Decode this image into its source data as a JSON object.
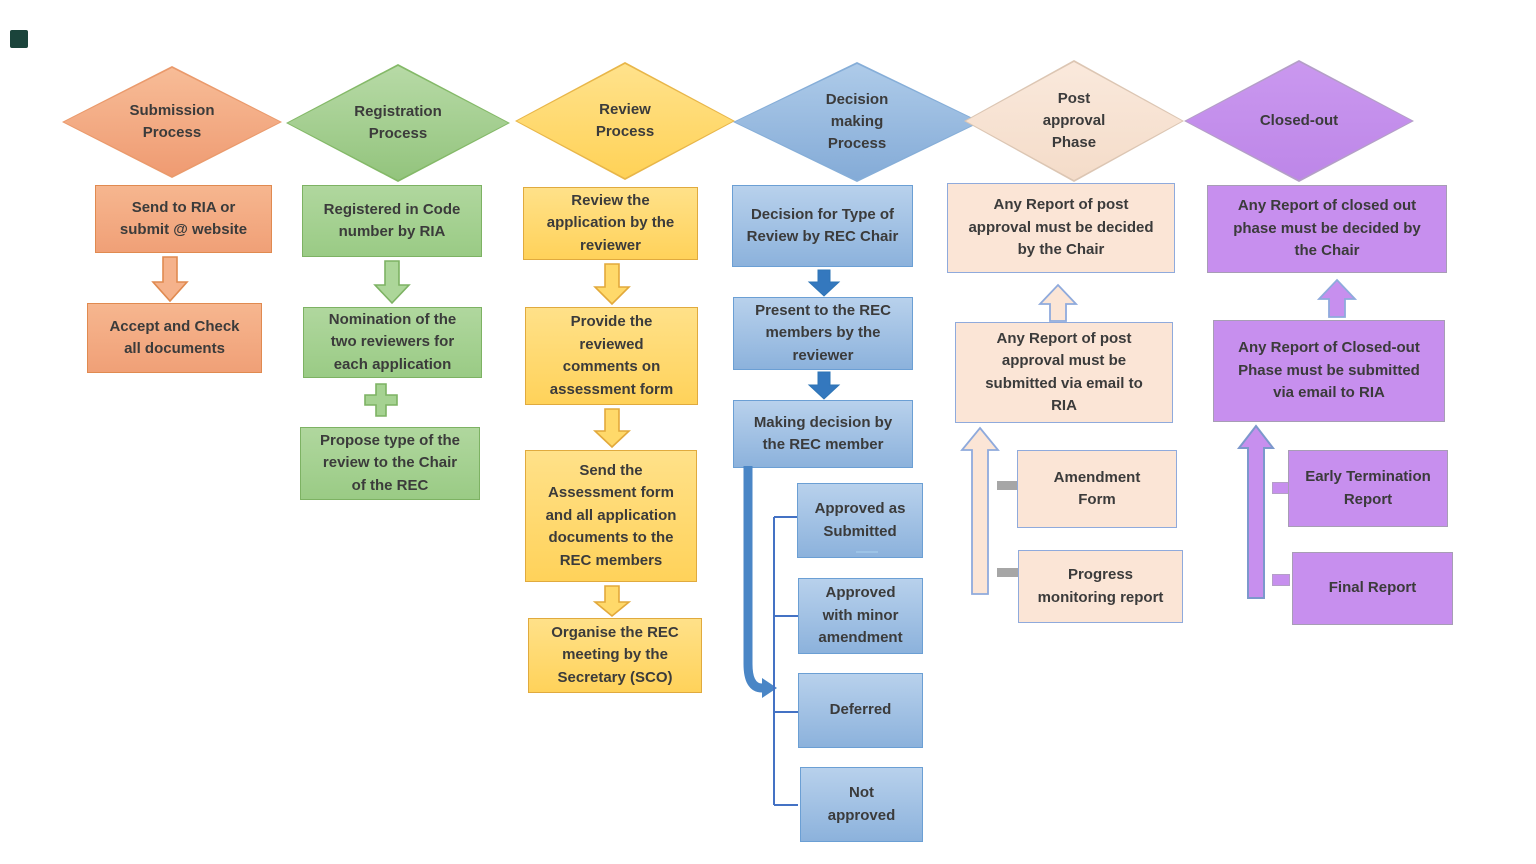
{
  "page": {
    "description": "REC application review flowchart",
    "corner_marker_color": "#1B443B",
    "background": "#FFFFFF",
    "text_color": "#3B3B3B"
  },
  "columns": [
    {
      "name": "Submission Process",
      "diamond_label": "Submission\nProcess",
      "color": {
        "fill": "#F2A87E",
        "border": "#E08A50"
      },
      "boxes": [
        "Send to RIA or\nsubmit @ website",
        "Accept and Check\nall documents"
      ]
    },
    {
      "name": "Registration Process",
      "diamond_label": "Registration\nProcess",
      "color": {
        "fill": "#A5D191",
        "border": "#7DB263"
      },
      "boxes": [
        "Registered in Code\nnumber by RIA",
        "Nomination of the\ntwo reviewers for\neach application",
        "Propose type of the\nreview to the Chair\nof the REC"
      ]
    },
    {
      "name": "Review Process",
      "diamond_label": "Review\nProcess",
      "color": {
        "fill": "#FFD966",
        "border": "#E0AA3E"
      },
      "boxes": [
        "Review the\napplication by the\nreviewer",
        "Provide the\nreviewed\ncomments on\nassessment form",
        "Send the\nAssessment form\nand all application\ndocuments to the\nREC members",
        "Organise the REC\nmeeting by the\nSecretary (SCO)"
      ]
    },
    {
      "name": "Decision making Process",
      "diamond_label": "Decision\nmaking\nProcess",
      "color": {
        "fill": "#9DC3E6",
        "border": "#2E75B6"
      },
      "boxes": [
        "Decision for Type of\nReview by REC Chair",
        "Present to the REC\nmembers by the\nreviewer",
        "Making decision by\nthe REC member"
      ],
      "outcomes": [
        "Approved as\nSubmitted",
        "Approved\nwith minor\namendment",
        "Deferred",
        "Not\napproved"
      ]
    },
    {
      "name": "Post approval Phase",
      "diamond_label": "Post\napproval\nPhase",
      "color": {
        "fill": "#FBE5D6",
        "border": "#8FAADC"
      },
      "boxes": [
        "Any Report of post\napproval must be decided\nby the Chair",
        "Any Report of post\napproval must be\nsubmitted via email to\nRIA"
      ],
      "report_types": [
        "Amendment\nForm",
        "Progress\nmonitoring report"
      ]
    },
    {
      "name": "Closed-out",
      "diamond_label": "Closed-out",
      "color": {
        "fill": "#C78FEE",
        "border": "#A79DB5"
      },
      "boxes": [
        "Any Report of closed out\nphase must be decided by\nthe Chair",
        "Any Report of Closed-out\nPhase must be submitted\nvia email to RIA"
      ],
      "report_types": [
        "Early Termination\nReport",
        "Final Report"
      ]
    }
  ]
}
